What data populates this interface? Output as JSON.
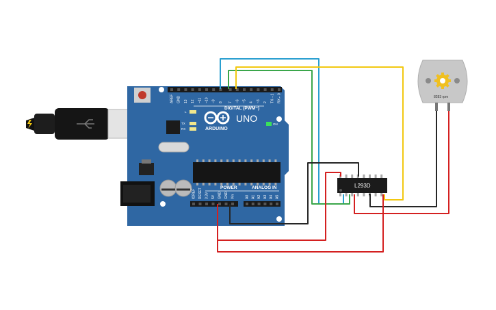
{
  "board": {
    "brand": "ARDUINO",
    "model": "UNO",
    "digital_header": "DIGITAL (PWM~)",
    "power_header": "POWER",
    "analog_header": "ANALOG IN",
    "on_label": "ON",
    "l_label": "L",
    "tx_label": "TX",
    "rx_label": "RX",
    "digital_pins": [
      "AREF",
      "GND",
      "13",
      "12",
      "~11",
      "~10",
      "~9",
      "8",
      "7",
      "~6",
      "~5",
      "4",
      "~3",
      "2",
      "TX→1",
      "RX←0"
    ],
    "power_pins": [
      "IOREF",
      "RESET",
      "3.3V",
      "5V",
      "GND",
      "GND",
      "Vin"
    ],
    "analog_pins": [
      "A0",
      "A1",
      "A2",
      "A3",
      "A4",
      "A5"
    ]
  },
  "driver": {
    "label": "L293D"
  },
  "motor": {
    "rpm_label": "8283 rpm"
  },
  "colors": {
    "board": "#2f67a3",
    "wire_blue": "#2a9fd0",
    "wire_green": "#3aa64a",
    "wire_yellow": "#f2c811",
    "wire_black": "#262626",
    "wire_red": "#d42020",
    "motor_body": "#c8c8c8",
    "motor_gear": "#f0c020"
  },
  "icons": [
    "usb-plug-icon",
    "lightning-icon",
    "arduino-infinity-logo-icon",
    "gear-icon"
  ]
}
